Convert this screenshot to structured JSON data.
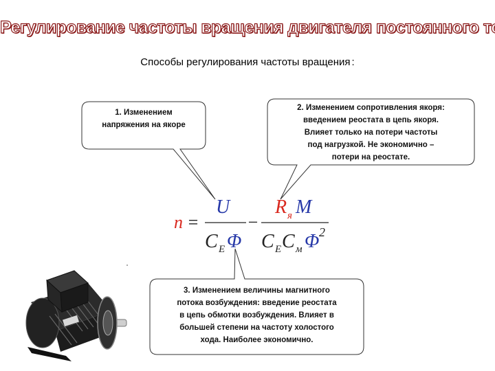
{
  "title": "Регулирование частоты вращения двигателя постоянного тока",
  "subtitle": "Способы регулирования частоты вращения",
  "subtitle_colon": ":",
  "callouts": [
    {
      "lines": [
        "1. Изменением",
        "напряжения на якоре"
      ]
    },
    {
      "lines": [
        "2. Изменением сопротивления якоря:",
        "введением реостата в цепь якоря.",
        "Влияет только на потери частоты",
        "под нагрузкой. Не экономично –",
        "потери на реостате."
      ]
    },
    {
      "lines": [
        "3. Изменением величины магнитного",
        "потока возбуждения: введение реостата",
        "в цепь обмотки возбуждения. Влияет в",
        "большей степени на частоту холостого",
        "хода. Наиболее экономично."
      ]
    }
  ],
  "formula": {
    "lhs": "n",
    "eq": "=",
    "minus": "−",
    "num1": "U",
    "den1_c": "C",
    "den1_sub": "E",
    "den1_phi": "Φ",
    "num2_r": "R",
    "num2_sub": "я",
    "num2_m": "M",
    "den2_c1": "C",
    "den2_sub1": "E",
    "den2_c2": "C",
    "den2_sub2": "м",
    "den2_phi": "Φ",
    "den2_exp": "2"
  },
  "colors": {
    "title_stroke": "#8b1a1a",
    "formula_red": "#d9281e",
    "formula_blue": "#2638a8",
    "formula_black": "#222222"
  },
  "image": {
    "motor": "dc-motor-photo"
  }
}
